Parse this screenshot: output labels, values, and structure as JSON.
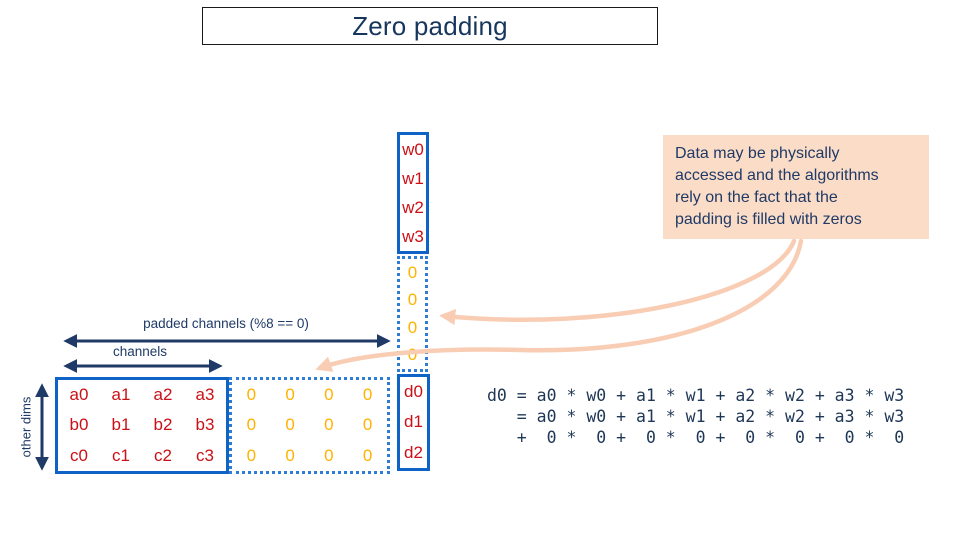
{
  "title": "Zero padding",
  "weights": {
    "w": [
      "w0",
      "w1",
      "w2",
      "w3"
    ],
    "pad": [
      "0",
      "0",
      "0",
      "0"
    ]
  },
  "matrix": {
    "rows": [
      [
        "a0",
        "a1",
        "a2",
        "a3"
      ],
      [
        "b0",
        "b1",
        "b2",
        "b3"
      ],
      [
        "c0",
        "c1",
        "c2",
        "c3"
      ]
    ],
    "pad_rows": [
      [
        "0",
        "0",
        "0",
        "0"
      ],
      [
        "0",
        "0",
        "0",
        "0"
      ],
      [
        "0",
        "0",
        "0",
        "0"
      ]
    ]
  },
  "output": {
    "cells": [
      "d0",
      "d1",
      "d2"
    ]
  },
  "labels": {
    "padded_channels": "padded channels (%8 == 0)",
    "channels": "channels",
    "other_dims": "other dims"
  },
  "callout": {
    "lines": [
      "Data may be physically",
      "accessed and the algorithms",
      "rely on the fact that the",
      "padding is filled with zeros"
    ]
  },
  "equations": [
    "d0 = a0 * w0 + a1 * w1 + a2 * w2 + a3 * w3",
    "   = a0 * w0 + a1 * w1 + a2 * w2 + a3 * w3",
    "   +  0 *  0 +  0 *  0 +  0 *  0 +  0 *  0"
  ],
  "colors": {
    "navy": "#1f3a66",
    "title_navy": "#17365d",
    "solid_border_blue": "#1063c6",
    "dotted_border_blue": "#2e7cd6",
    "red": "#cb1016",
    "orange": "#ffb300",
    "callout_bg": "#fbdcc7",
    "pink_arrow": "#f8cdb4"
  }
}
